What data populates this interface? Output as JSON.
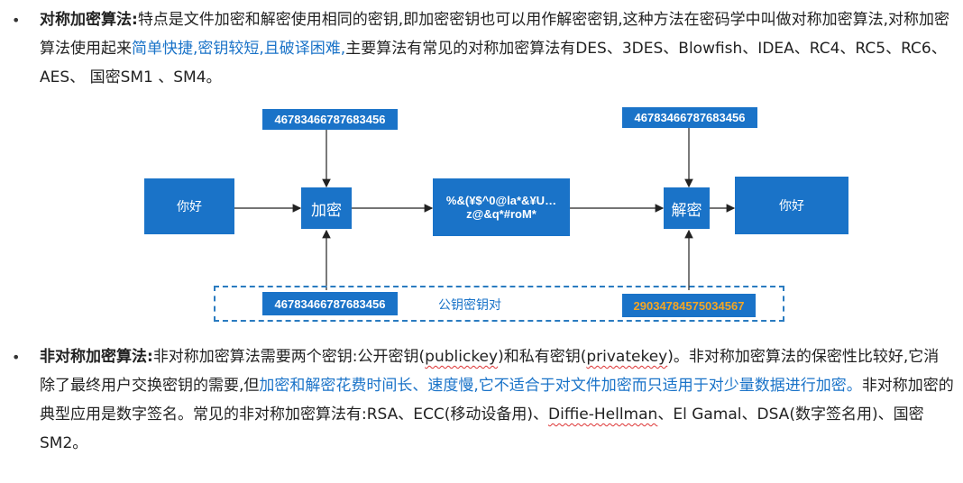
{
  "para1": {
    "term": "对称加密算法:",
    "text_a": "特点是文件加密和解密使用相同的密钥,即加密密钥也可以用作解密密钥,这种方法在密码学中叫做对称加密算法,对称加密算法使用起来",
    "highlight": "简单快捷,密钥较短,且破译困难,",
    "text_b": "主要算法有常见的对称加密算法有DES、3DES、Blowfish、IDEA、RC4、RC5、RC6、AES、 国密SM1 、SM4。"
  },
  "diagram": {
    "plain_left": "你好",
    "encrypt": "加密",
    "cipher_line1": "%&(¥$^0@la*&¥U…",
    "cipher_line2": "z@&q*#roM*",
    "decrypt": "解密",
    "plain_right": "你好",
    "key_top_left": "46783466787683456",
    "key_top_right": "46783466787683456",
    "key_bottom_left": "46783466787683456",
    "key_bottom_right": "29034784575034567",
    "pair_label": "公钥密钥对"
  },
  "para2": {
    "term": "非对称加密算法:",
    "text_a": "非对称加密算法需要两个密钥:公开密钥(",
    "publickey": "publickey",
    "text_b": ")和私有密钥(",
    "privatekey": "privatekey",
    "text_c": ")。非对称加密算法的保密性比较好,它消除了最终用户交换密钥的需要,但",
    "highlight": "加密和解密花费时间长、速度慢,它不适合于对文件加密而只适用于对少量数据进行加密。",
    "text_d": "非对称加密的典型应用是数字签名。常见的非对称加密算法有:RSA、ECC(移动设备用)、",
    "diffie": "Diffie-Hellman",
    "text_e": "、El Gamal、DSA(数字签名用)、国密SM2。"
  },
  "bullet": "•"
}
